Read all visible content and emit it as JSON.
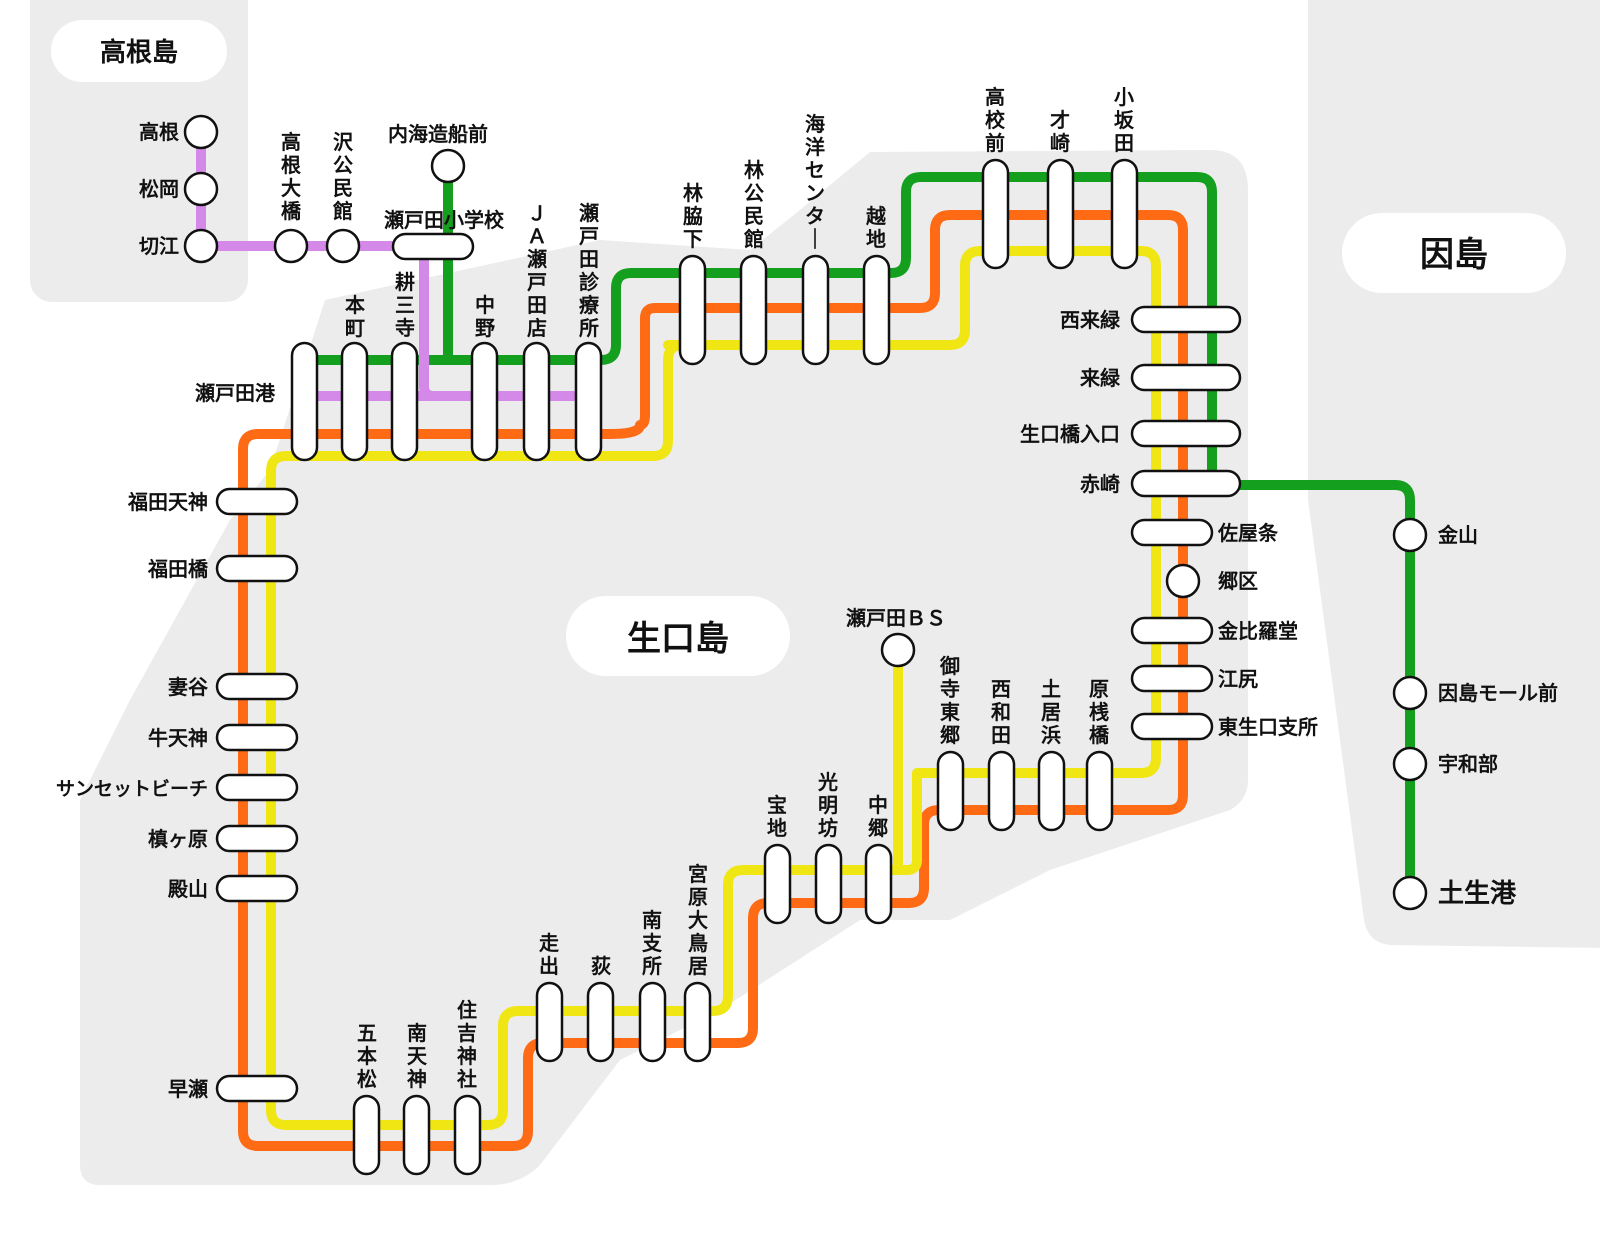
{
  "colors": {
    "land": "#ececec",
    "green": "#14a01e",
    "orange": "#ff6a14",
    "yellow": "#f0e614",
    "purple": "#d488e8",
    "outline": "#111111",
    "island_label_bg": "#ffffff"
  },
  "islands": {
    "takanejima": "高根島",
    "ikuchijima": "生口島",
    "innoshima": "因島"
  },
  "stations": {
    "takane": "高根",
    "matsuoka": "松岡",
    "kirie": "切江",
    "takane_ohashi": "高根大橋",
    "sawa_kominkan": "沢公民館",
    "naikai_zosen_mae": "内海造船前",
    "setoda_shogakko": "瀬戸田小学校",
    "hommachi": "本町",
    "kosanji": "耕三寺",
    "nakano": "中野",
    "ja_setoda_ten": "ＪＡ瀬戸田店",
    "setoda_shinryojo": "瀬戸田診療所",
    "setoda_ko": "瀬戸田港",
    "hayashi_wakishita": "林脇下",
    "hayashi_kominkan": "林公民館",
    "kaiyo_center": "海洋センター",
    "koshichi": "越地",
    "koko_mae": "高校前",
    "sakizaki": "才崎",
    "kosakata": "小坂田",
    "nishi_kuroku": "西来緑",
    "kuroku": "来緑",
    "ikuchibashi_iriguchi": "生口橋入口",
    "akasaki": "赤崎",
    "sayajo": "佐屋条",
    "gouku": "郷区",
    "konpira_do": "金比羅堂",
    "ejiri": "江尻",
    "higashi_ikuchi_shisho": "東生口支所",
    "fukuda_tenjin": "福田天神",
    "fukudabashi": "福田橋",
    "tsumadani": "妻谷",
    "ushi_tenjin": "牛天神",
    "sunset_beach": "サンセットビーチ",
    "makigahara": "槙ヶ原",
    "tonoyama": "殿山",
    "hayase": "早瀬",
    "gohonmatsu": "五本松",
    "minami_tenjin": "南天神",
    "sumiyoshi_jinja": "住吉神社",
    "hashiride": "走出",
    "hagi": "荻",
    "minami_shisho": "南支所",
    "miyahara_otorii": "宮原大鳥居",
    "takaraji": "宝地",
    "komyobo": "光明坊",
    "nakago": "中郷",
    "setoda_bs": "瀬戸田ＢＳ",
    "mitera_togo": "御寺東郷",
    "nishiwada": "西和田",
    "doihama": "土居浜",
    "harasanbashi": "原桟橋",
    "kanayama": "金山",
    "innoshima_mall_mae": "因島モール前",
    "uwabe": "宇和部",
    "habu_ko": "土生港"
  }
}
